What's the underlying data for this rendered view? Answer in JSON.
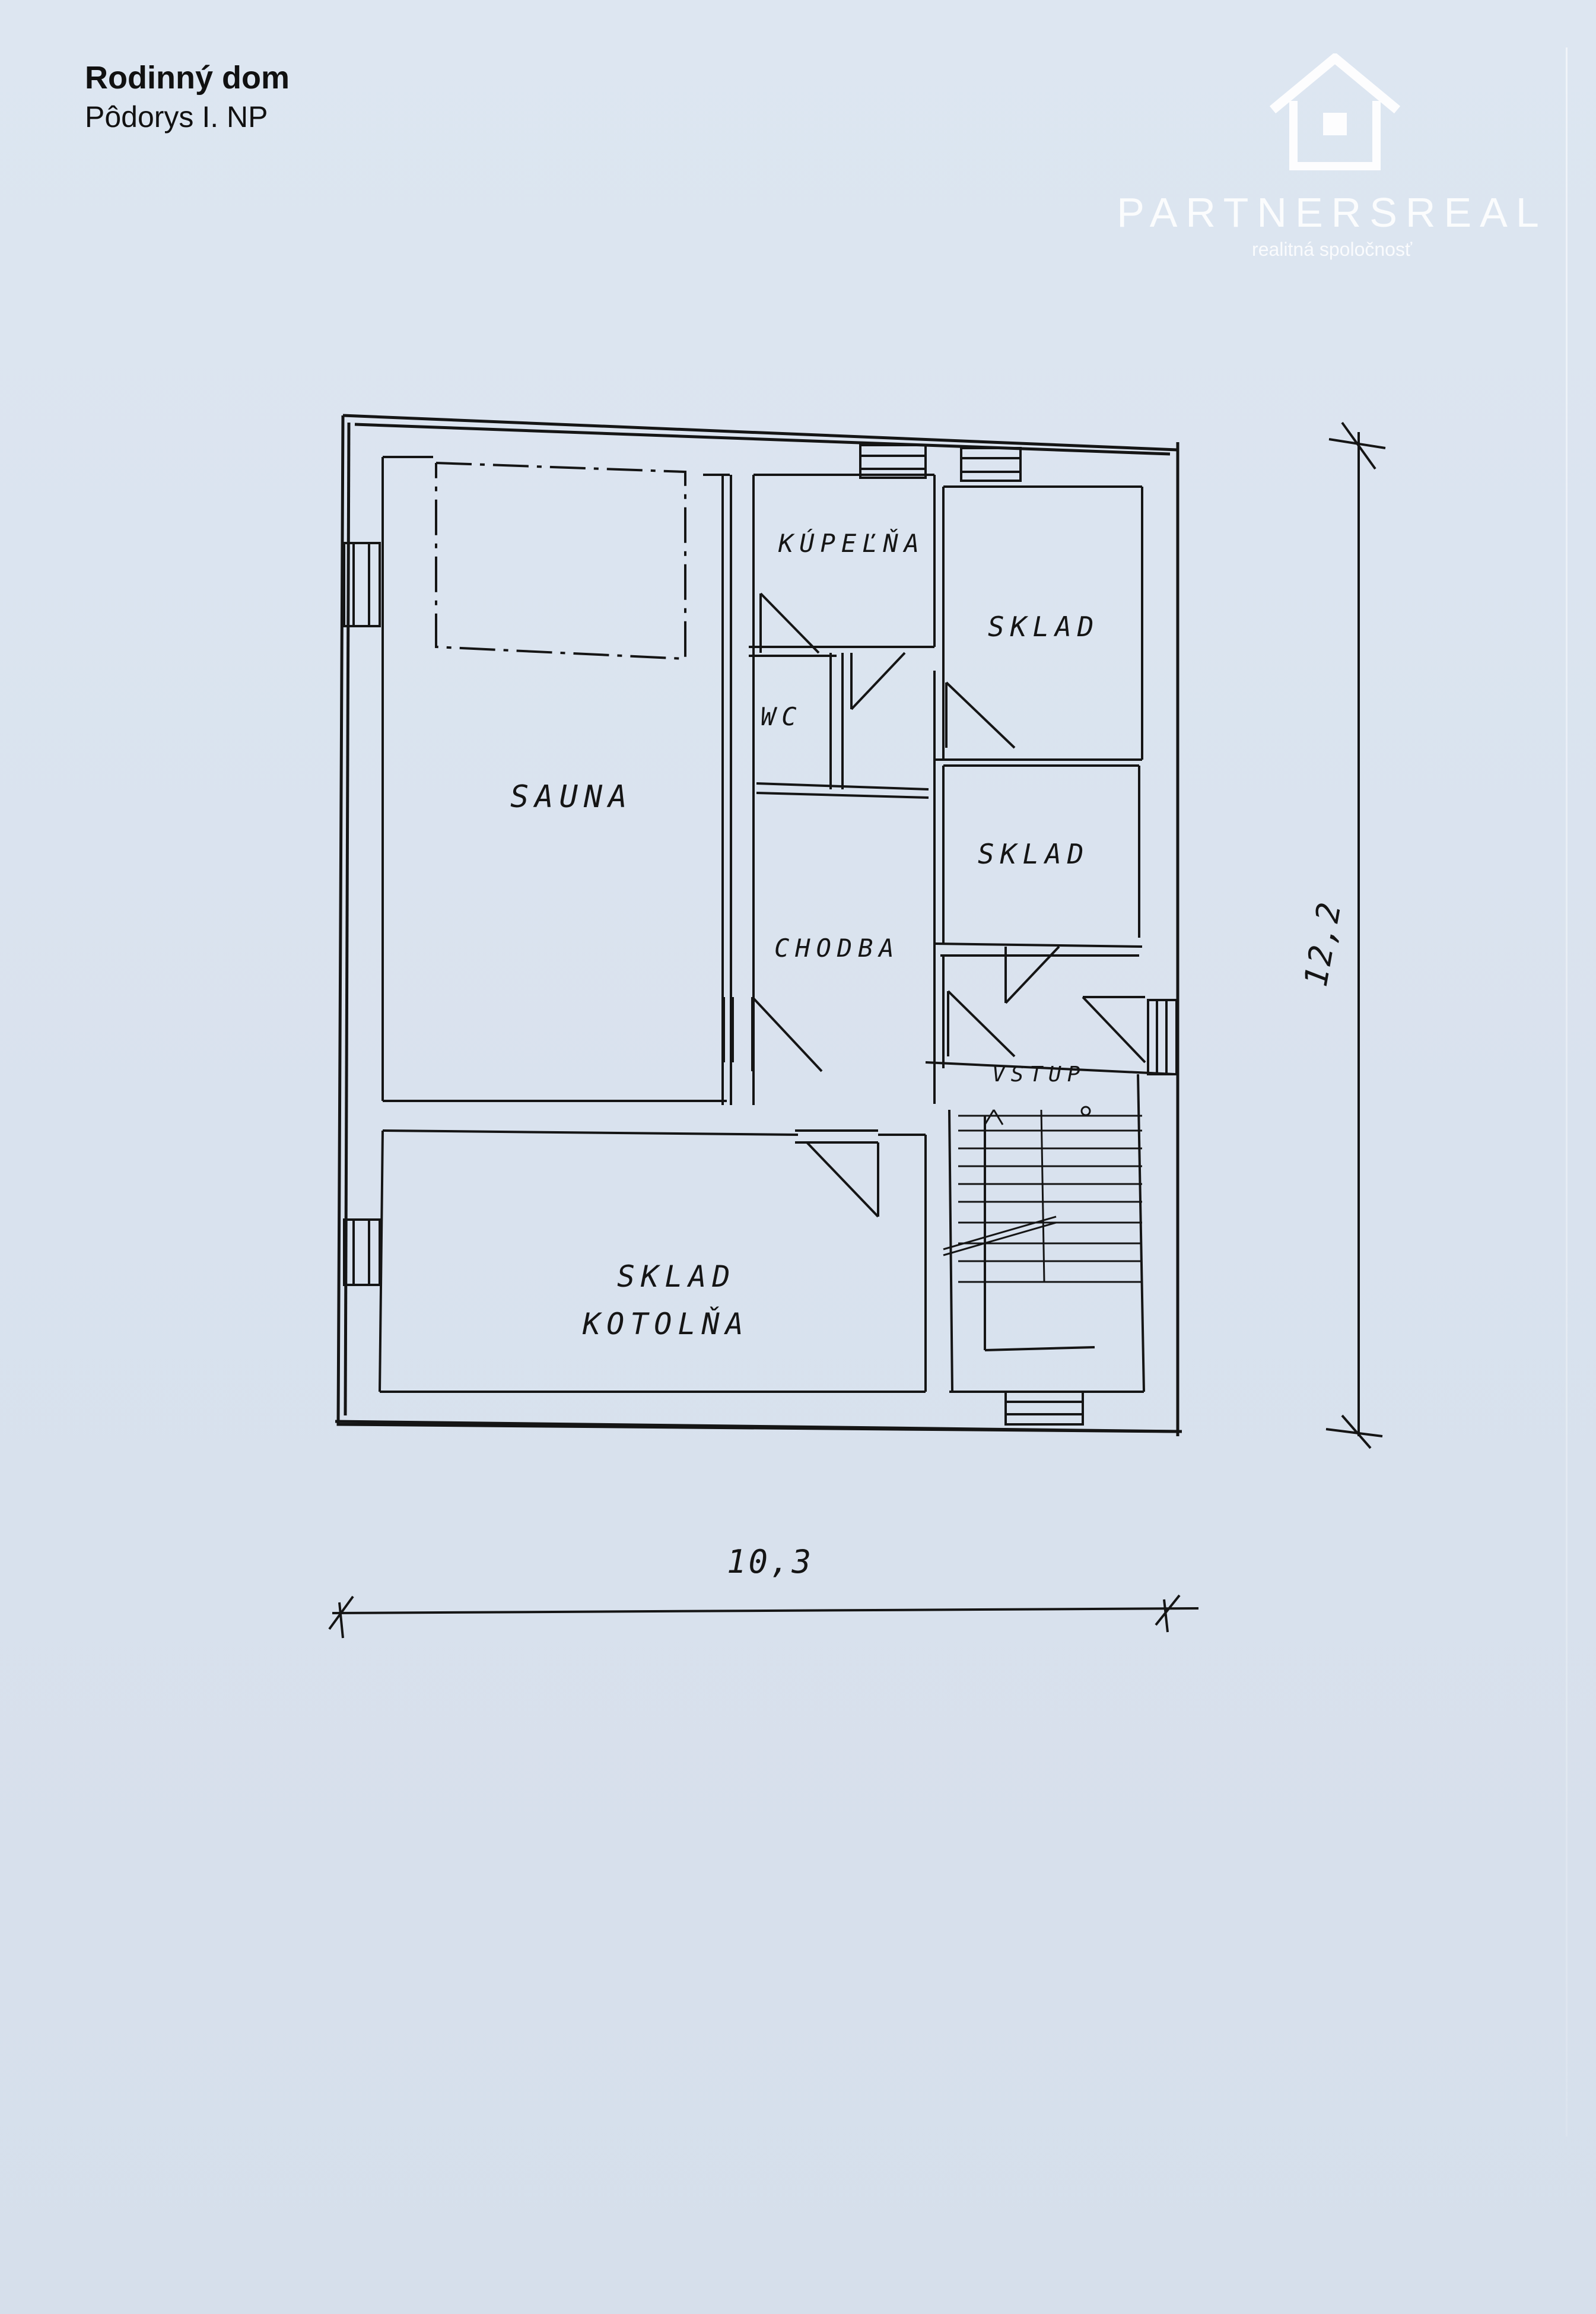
{
  "document": {
    "title": "Rodinný dom",
    "subtitle": "Pôdorys  I. NP"
  },
  "logo": {
    "name": "PARTNERSREAL",
    "tagline": "realitná spoločnosť",
    "icon": "house-icon"
  },
  "floor_plan": {
    "rooms": {
      "sauna": "SAUNA",
      "kupelna": "KÚPEĽŇA",
      "wc": "WC",
      "sklad_upper": "SKLAD",
      "sklad_middle": "SKLAD",
      "chodba": "CHODBA",
      "vstup": "VSTUP",
      "sklad_kotolna_line1": "SKLAD",
      "sklad_kotolna_line2": "KOTOLŇA"
    },
    "dimensions": {
      "width": "10,3",
      "height": "12,2"
    }
  },
  "colors": {
    "paper": "#dbe4ef",
    "ink": "#151515",
    "logo": "#ffffff"
  }
}
